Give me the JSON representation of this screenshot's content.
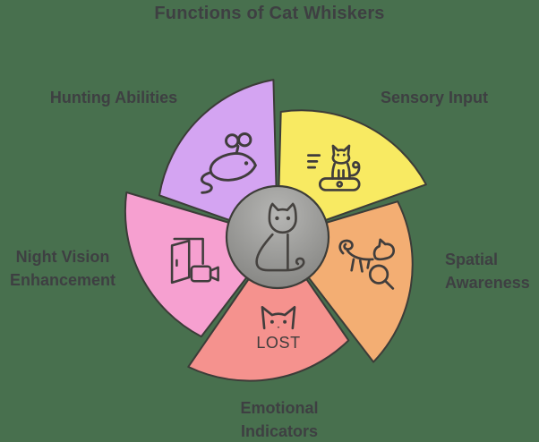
{
  "title": "Functions of Cat Whiskers",
  "colors": {
    "background": "#48704E",
    "outline": "#3C3C38",
    "label_text": "#3E3F42",
    "icon_stroke": "#403D3C",
    "center_circle_light": "#B6B6B4",
    "center_circle_dark": "#7F7F7C"
  },
  "center": {
    "icon": "sitting-cat-icon"
  },
  "segments": [
    {
      "id": "sensory-input",
      "label": "Sensory Input",
      "color": "#F8EA62",
      "icon": "cat-on-robot-vacuum-icon",
      "position": "top-right"
    },
    {
      "id": "spatial-awareness",
      "label": "Spatial Awareness",
      "color": "#F3AE73",
      "icon": "cat-with-magnifying-glass-icon",
      "position": "right"
    },
    {
      "id": "emotional-indicators",
      "label": "Emotional Indicators",
      "color": "#F5928E",
      "icon": "lost-cat-poster-icon",
      "icon_text": "LOST",
      "position": "bottom"
    },
    {
      "id": "night-vision-enhancement",
      "label": "Night Vision Enhancement",
      "color": "#F6A0D0",
      "icon": "open-door-with-camera-icon",
      "position": "left"
    },
    {
      "id": "hunting-abilities",
      "label": "Hunting Abilities",
      "color": "#D4A4F2",
      "icon": "mouse-icon",
      "position": "top-left"
    }
  ]
}
